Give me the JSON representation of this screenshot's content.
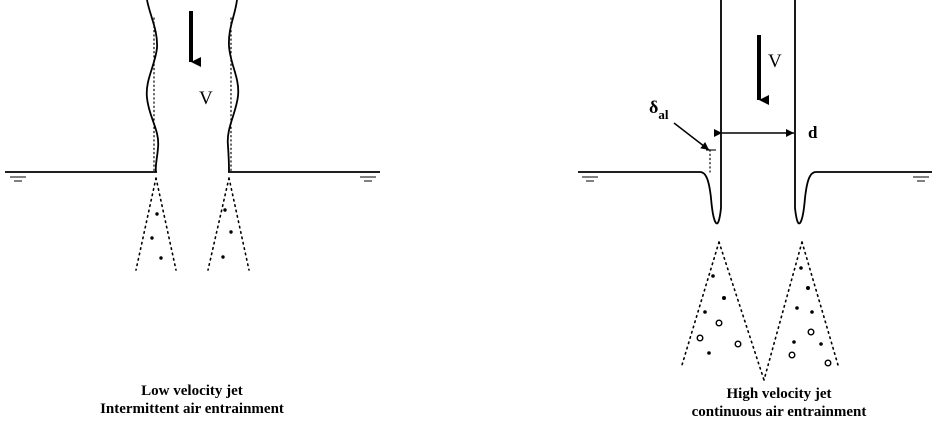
{
  "left_panel": {
    "velocity_label": "V",
    "caption_line1": "Low velocity jet",
    "caption_line2": "Intermittent air entrainment"
  },
  "right_panel": {
    "velocity_label": "V",
    "diameter_label": "d",
    "layer_symbol": "δ",
    "layer_subscript": "al",
    "caption_line1": "High velocity jet",
    "caption_line2": "continuous air entrainment"
  }
}
